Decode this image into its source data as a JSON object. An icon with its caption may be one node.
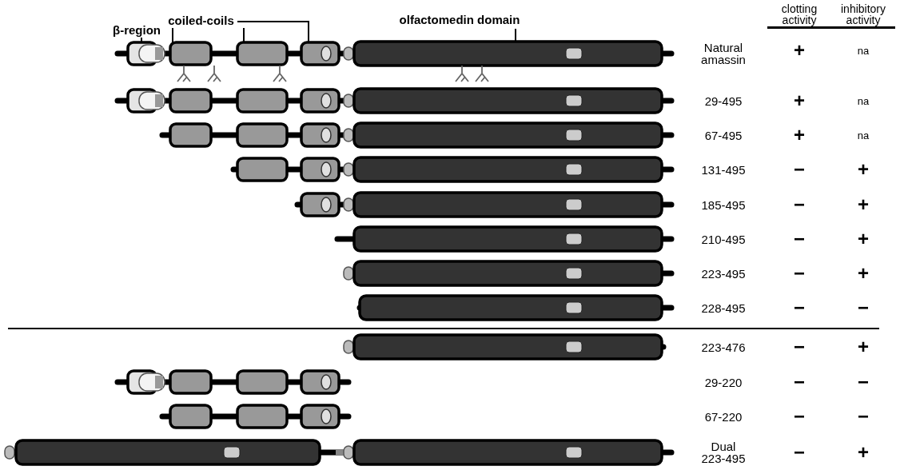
{
  "diagram": {
    "nodes": [
      {
        "text": [
          "β-region"
        ]
      },
      {
        "text": [
          "coiled-coils"
        ]
      },
      {
        "text": [
          "olfactomedin domain"
        ]
      },
      {
        "text": [],
        "shape": "box"
      },
      {
        "text": [],
        "shape": "box"
      },
      {
        "text": [],
        "shape": "box"
      },
      {
        "text": [],
        "shape": "box"
      },
      {
        "text": [],
        "shape": "box"
      }
    ],
    "edges": [
      {
        "from": 0,
        "to": 3,
        "arrow": "none"
      },
      {
        "from": 1,
        "to": 4,
        "arrow": "none"
      },
      {
        "from": 1,
        "to": 5,
        "arrow": "none"
      },
      {
        "from": 1,
        "to": 6,
        "arrow": "none"
      },
      {
        "from": 2,
        "to": 7,
        "arrow": "none"
      }
    ],
    "labels": [
      "clotting activity",
      "inhibitory activity",
      "Natural amassin",
      "+",
      "na",
      "29-495",
      "+",
      "na",
      "67-495",
      "+",
      "na",
      "131-495",
      "−",
      "+",
      "185-495",
      "−",
      "+",
      "210-495",
      "−",
      "+",
      "223-495",
      "−",
      "+",
      "228-495",
      "−",
      "−",
      "223-476",
      "−",
      "+",
      "29-220",
      "−",
      "−",
      "67-220",
      "−",
      "−",
      "Dual 223-495",
      "−",
      "+"
    ]
  }
}
